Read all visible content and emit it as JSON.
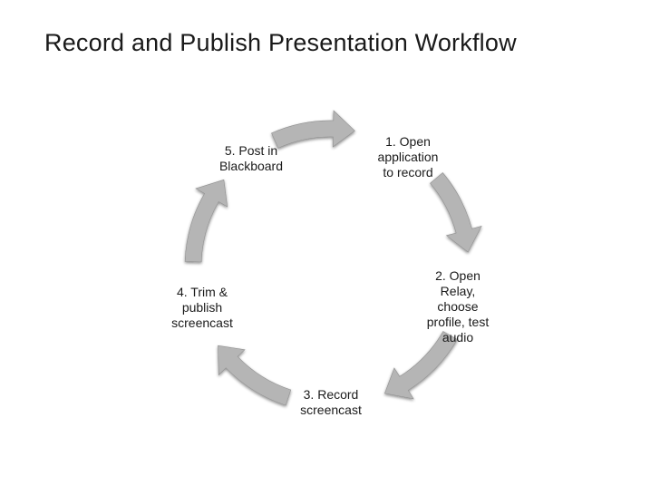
{
  "title": "Record and Publish Presentation Workflow",
  "steps": [
    {
      "label": "1. Open\napplication\nto record"
    },
    {
      "label": "2. Open\nRelay,\nchoose\nprofile, test\naudio"
    },
    {
      "label": "3. Record\nscreencast"
    },
    {
      "label": "4. Trim &\npublish\nscreencast"
    },
    {
      "label": "5. Post in\nBlackboard"
    }
  ],
  "colors": {
    "arrow": "#b5b5b5",
    "arrow_shadow": "#8f8f8f",
    "text": "#1a1a1a"
  }
}
